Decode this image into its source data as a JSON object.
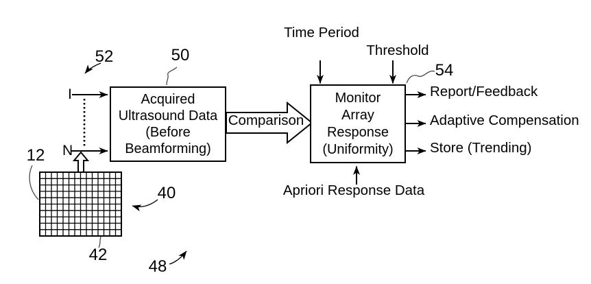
{
  "colors": {
    "ink": "#000000",
    "paper": "#ffffff",
    "leader": "#4a4a4a"
  },
  "channels": {
    "first": "I",
    "last": "N"
  },
  "ref_numerals": {
    "transducer_array": "12",
    "array_pointer": "40",
    "element_pointer": "42",
    "system_pointer": "48",
    "acquired_box": "50",
    "channel_lines": "52",
    "monitor_box": "54"
  },
  "acquired_box": {
    "lines": [
      "Acquired",
      "Ultrasound Data",
      "(Before",
      "Beamforming)"
    ]
  },
  "monitor_box": {
    "lines": [
      "Monitor",
      "Array",
      "Response",
      "(Uniformity)"
    ]
  },
  "comparison": {
    "label": "Comparison"
  },
  "monitor_inputs": {
    "time_period_line1": "Time",
    "time_period_line2": "Period",
    "threshold": "Threshold",
    "apriori": "Apriori Response Data"
  },
  "monitor_outputs": [
    {
      "label": "Report/Feedback"
    },
    {
      "label": "Adaptive Compensation"
    },
    {
      "label": "Store (Trending)"
    }
  ],
  "array_grid": {
    "columns": 14,
    "rows": 10
  }
}
